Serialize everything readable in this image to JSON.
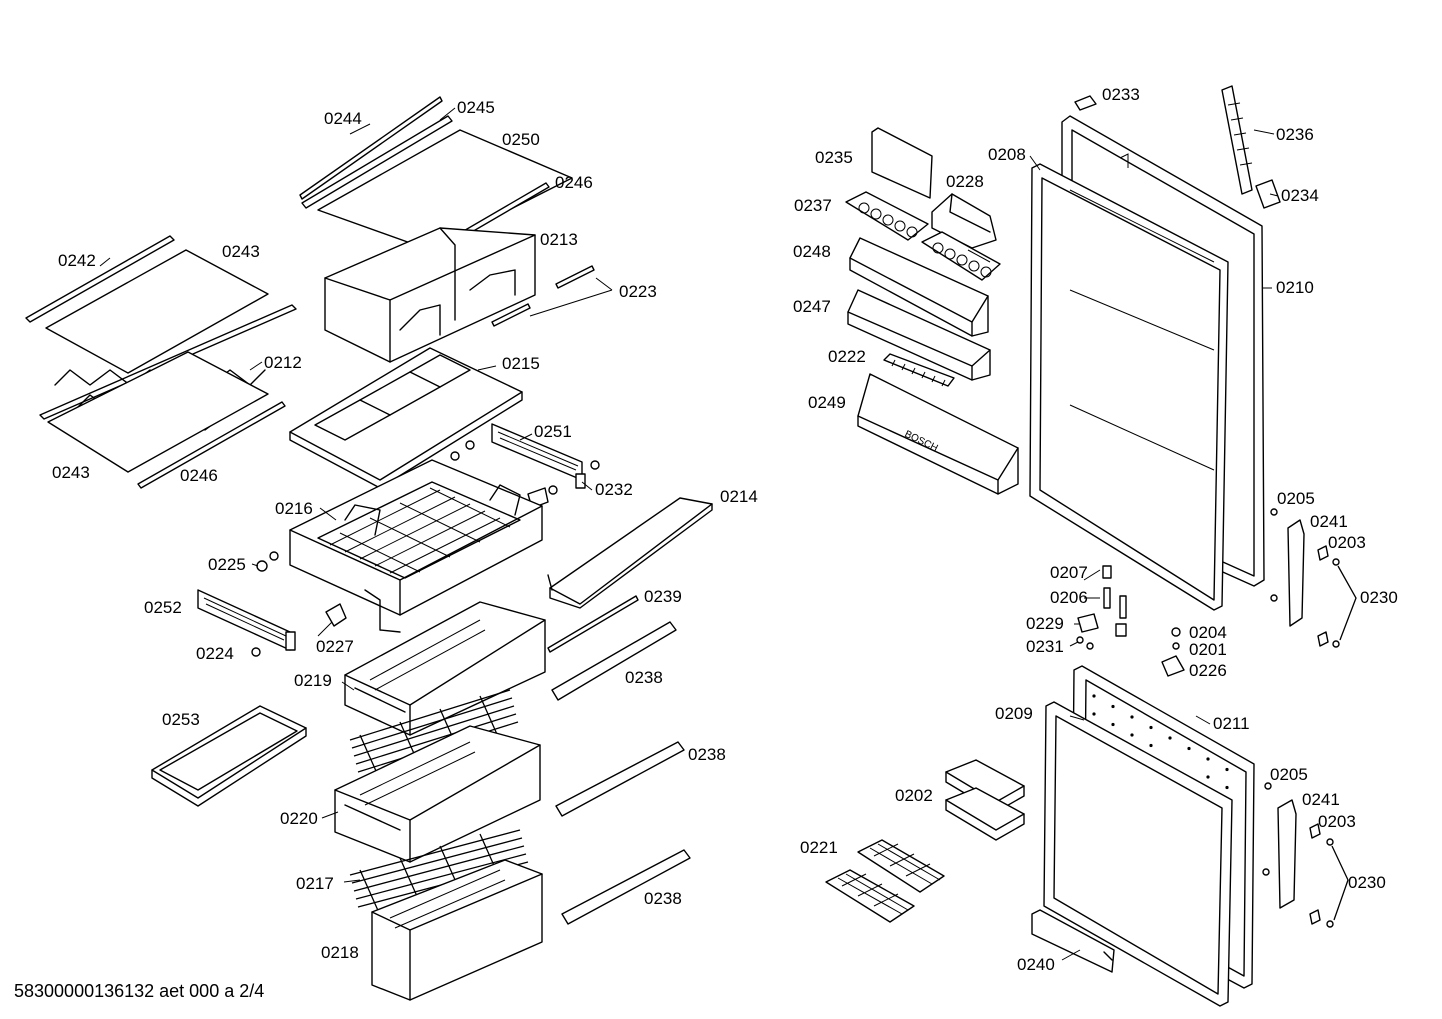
{
  "footer_code": "58300000136132 aet 000 a 2/4",
  "brand_mark": "BOSCH",
  "labels": {
    "p0244": "0244",
    "p0245": "0245",
    "p0250": "0250",
    "p0246a": "0246",
    "p0213": "0213",
    "p0242": "0242",
    "p0243a": "0243",
    "p0223": "0223",
    "p0212": "0212",
    "p0215": "0215",
    "p0243b": "0243",
    "p0246b": "0246",
    "p0251": "0251",
    "p0232": "0232",
    "p0214": "0214",
    "p0216": "0216",
    "p0225": "0225",
    "p0252": "0252",
    "p0239": "0239",
    "p0227": "0227",
    "p0224": "0224",
    "p0219": "0219",
    "p0238a": "0238",
    "p0253": "0253",
    "p0238b": "0238",
    "p0220": "0220",
    "p0217": "0217",
    "p0238c": "0238",
    "p0218": "0218",
    "p0233": "0233",
    "p0236": "0236",
    "p0235": "0235",
    "p0208": "0208",
    "p0228": "0228",
    "p0234": "0234",
    "p0237": "0237",
    "p0248": "0248",
    "p0210": "0210",
    "p0247": "0247",
    "p0222": "0222",
    "p0249": "0249",
    "p0205a": "0205",
    "p0241a": "0241",
    "p0203a": "0203",
    "p0207": "0207",
    "p0206": "0206",
    "p0230a": "0230",
    "p0229": "0229",
    "p0204": "0204",
    "p0231": "0231",
    "p0201": "0201",
    "p0226": "0226",
    "p0209": "0209",
    "p0211": "0211",
    "p0205b": "0205",
    "p0202": "0202",
    "p0241b": "0241",
    "p0203b": "0203",
    "p0221": "0221",
    "p0230b": "0230",
    "p0240": "0240"
  }
}
